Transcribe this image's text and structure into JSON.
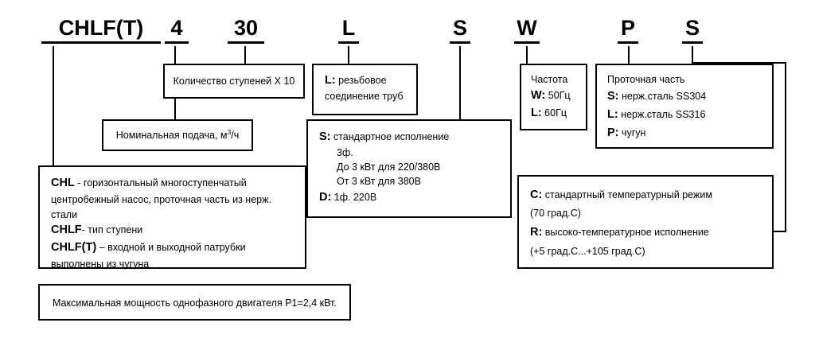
{
  "title": "CHLF(T) pump model code designation",
  "colors": {
    "ink": "#000000",
    "paper": "#ffffff"
  },
  "code": {
    "tokens": [
      {
        "name": "series",
        "label": "CHLF(T)"
      },
      {
        "name": "flow",
        "label": "4"
      },
      {
        "name": "stages",
        "label": "30"
      },
      {
        "name": "connection",
        "label": "L"
      },
      {
        "name": "phase",
        "label": "S"
      },
      {
        "name": "frequency",
        "label": "W"
      },
      {
        "name": "material",
        "label": "P"
      },
      {
        "name": "temperature",
        "label": "S"
      }
    ]
  },
  "boxes": {
    "stages": {
      "text": "Количество ступеней Х 10"
    },
    "flow": {
      "text_before": "Номинальная подача, м",
      "sup": "3",
      "text_after": "/ч"
    },
    "connection": {
      "key": "L:",
      "line1": " резьбовое",
      "line2": "соединение труб"
    },
    "phase": {
      "key_s": "S:",
      "s_text": " стандартное исполнение",
      "s_line2": "3ф.",
      "s_line3": "До 3 кВт для 220/380В",
      "s_line4": "От 3 кВт для 380В",
      "key_d": "D:",
      "d_text": " 1ф. 220В"
    },
    "series": {
      "key_chl": "CHL",
      "chl_line1": " - горизонтальный многоступенчатый",
      "chl_line2": "центробежный насос, проточная часть из нерж.",
      "chl_line3": "стали",
      "key_chlf": "CHLF",
      "chlf_text": "- тип ступени",
      "key_chlft": "CHLF(T)",
      "chlft_line1": " – входной и выходной патрубки",
      "chlft_line2": "выполнены из чугуна"
    },
    "power_note": {
      "text": "Максимальная мощность однофазного двигателя P1=2,4 кВт."
    },
    "frequency": {
      "heading": "Частота",
      "key_w": "W:",
      "w_text": " 50Гц",
      "key_l": "L:",
      "l_text": " 60Гц"
    },
    "material": {
      "heading": "Проточная часть",
      "key_s": "S:",
      "s_text": " нерж.сталь SS304",
      "key_l": "L:",
      "l_text": " нерж.сталь SS316",
      "key_p": "P:",
      "p_text": " чугун"
    },
    "temperature": {
      "key_c": "C:",
      "c_text": " стандартный температурный режим",
      "c_line2": "(70 град.С)",
      "key_r": "R:",
      "r_text": " высоко-температурное исполнение",
      "r_line2": "(+5 град.С...+105 град.С)"
    }
  }
}
